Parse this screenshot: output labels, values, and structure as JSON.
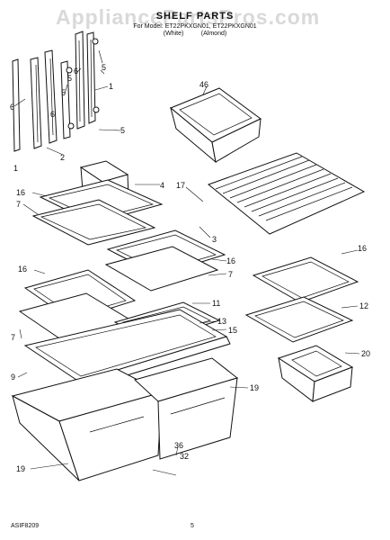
{
  "header": {
    "watermark": "AppliancePartsPros.com",
    "title": "SHELF PARTS",
    "subtitle_line1": "For Model: ET22PKXGN01, ET22PKXGN01",
    "subtitle_line2": "(White)          (Almond)"
  },
  "footer": {
    "code": "ASIF8209",
    "page": "5"
  },
  "callouts": [
    {
      "label": "5"
    },
    {
      "label": "6"
    },
    {
      "label": "5"
    },
    {
      "label": "6"
    },
    {
      "label": "5"
    },
    {
      "label": "1"
    },
    {
      "label": "6"
    },
    {
      "label": "5"
    },
    {
      "label": "2"
    },
    {
      "label": "1"
    },
    {
      "label": "46"
    },
    {
      "label": "4"
    },
    {
      "label": "16"
    },
    {
      "label": "7"
    },
    {
      "label": "17"
    },
    {
      "label": "3"
    },
    {
      "label": "16"
    },
    {
      "label": "7"
    },
    {
      "label": "16"
    },
    {
      "label": "16"
    },
    {
      "label": "11"
    },
    {
      "label": "12"
    },
    {
      "label": "7"
    },
    {
      "label": "13"
    },
    {
      "label": "15"
    },
    {
      "label": "9"
    },
    {
      "label": "20"
    },
    {
      "label": "19"
    },
    {
      "label": "19"
    },
    {
      "label": "36"
    },
    {
      "label": "32"
    }
  ]
}
